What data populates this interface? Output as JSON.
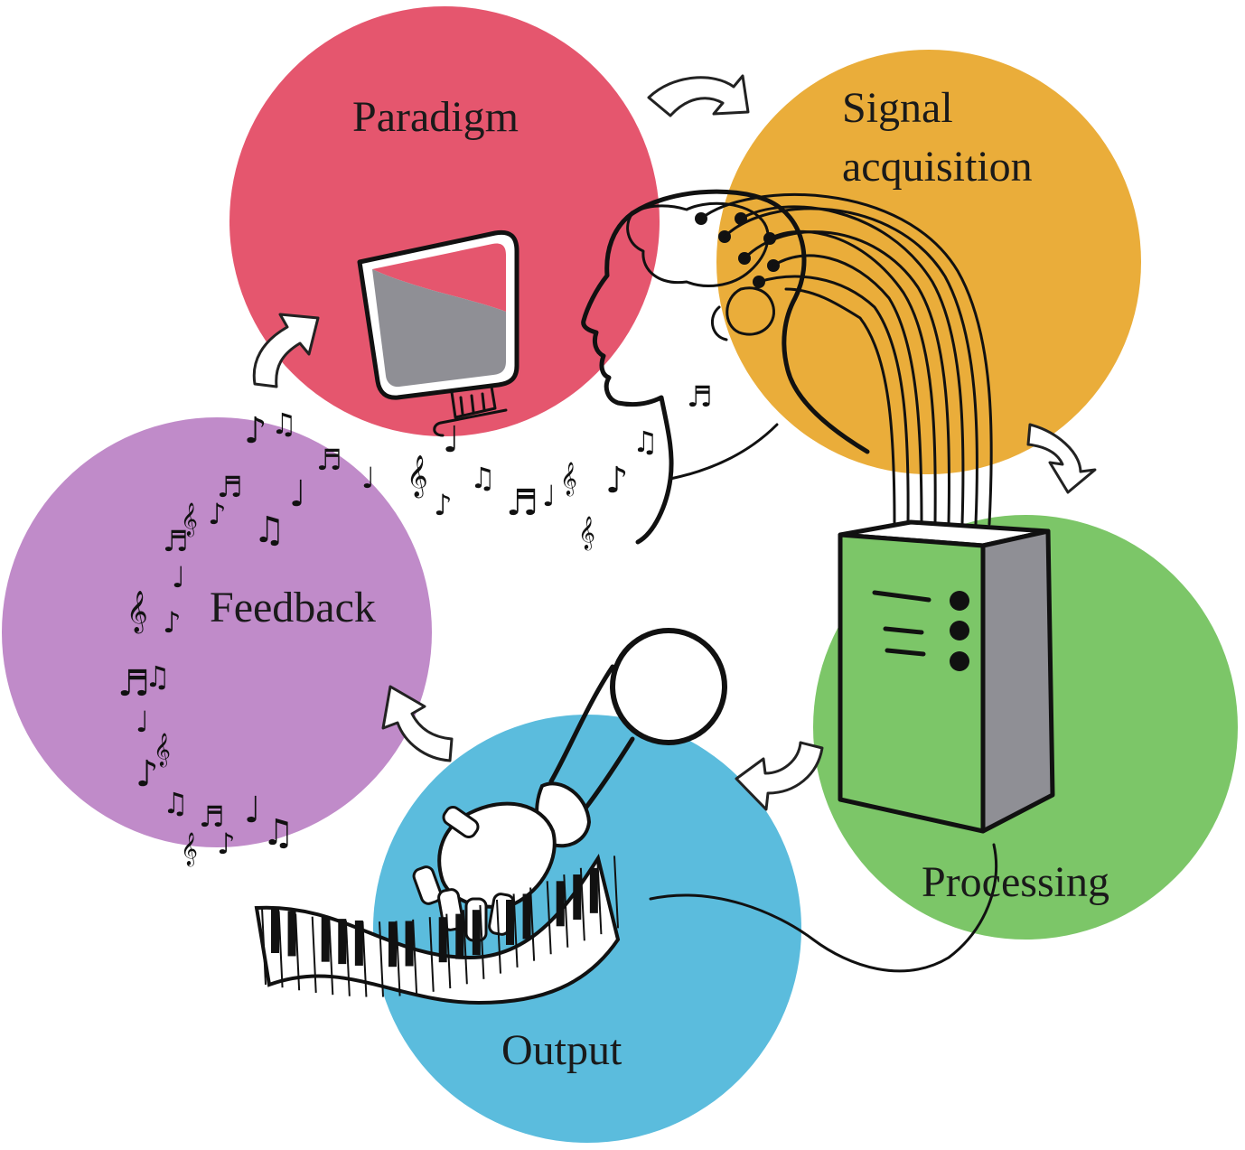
{
  "stages": {
    "paradigm": {
      "label": "Paradigm",
      "color": "#e5566e"
    },
    "signal_acquisition": {
      "label_line1": "Signal",
      "label_line2": "acquisition",
      "color": "#eaad3a"
    },
    "processing": {
      "label": "Processing",
      "color": "#7cc668"
    },
    "output": {
      "label": "Output",
      "color": "#5bbcdd"
    },
    "feedback": {
      "label": "Feedback",
      "color": "#c08bc9"
    }
  },
  "icons": {
    "monitor": "monitor-icon",
    "head": "head-with-electrodes-icon",
    "computer": "computer-tower-icon",
    "hand": "robotic-hand-icon",
    "piano": "piano-keyboard-icon",
    "notes": "music-notes-icon"
  }
}
